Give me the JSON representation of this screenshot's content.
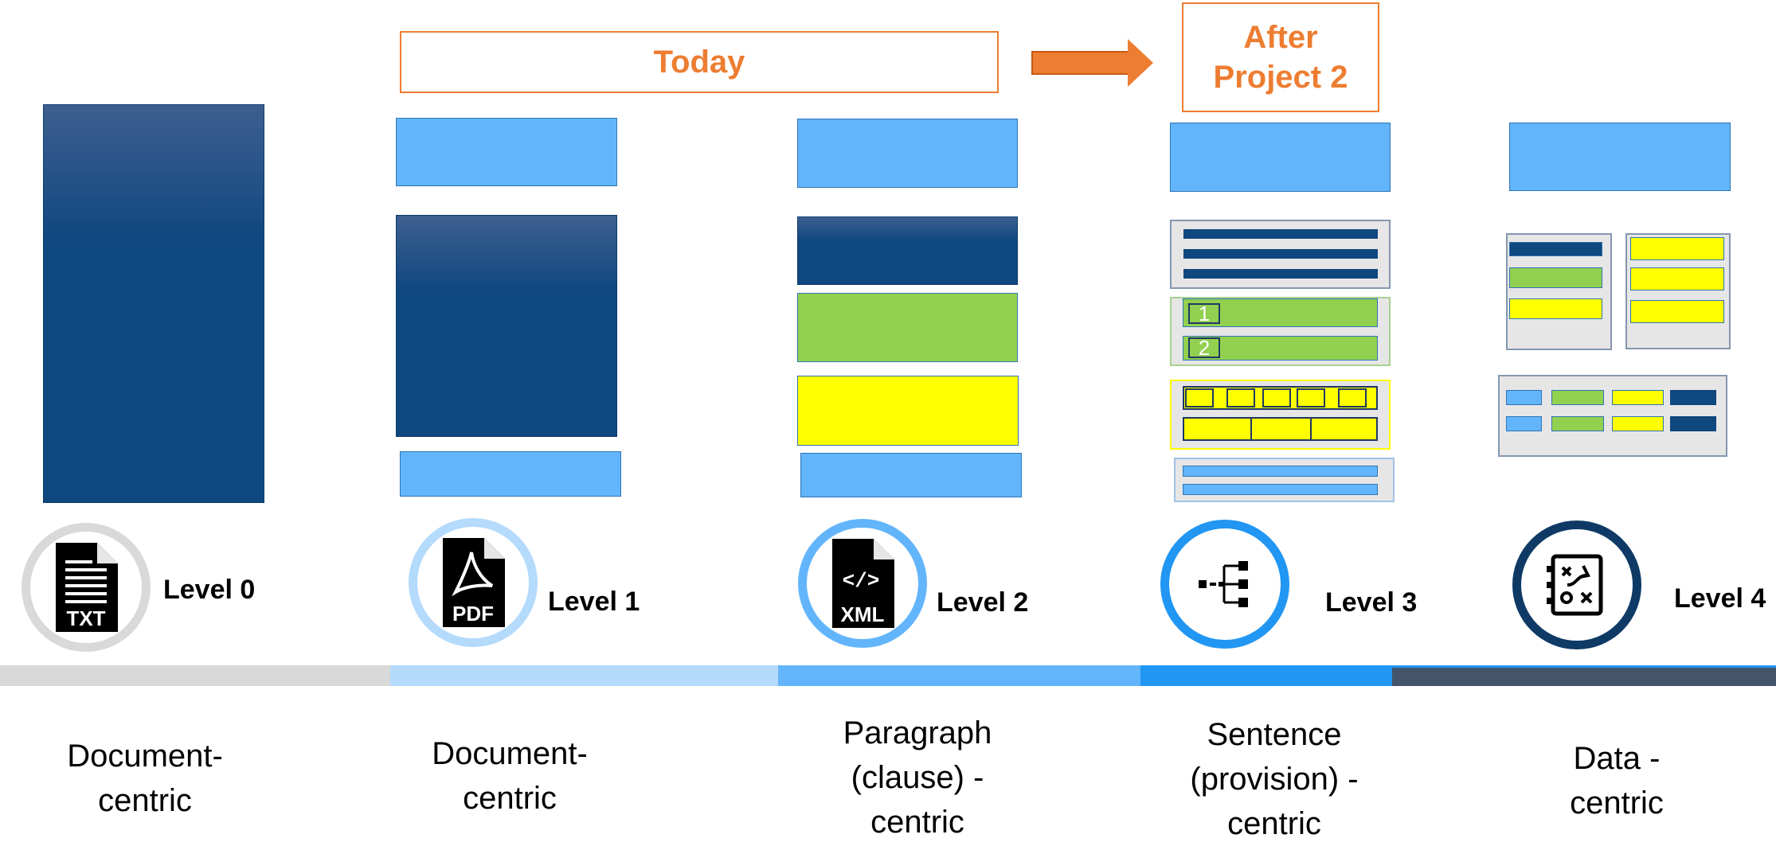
{
  "banners": {
    "today": "Today",
    "after": "After\nProject 2"
  },
  "colors": {
    "accent_orange": "#ed7d31",
    "light_blue": "#63b5fb",
    "dark_blue": "#0f477f",
    "green": "#92d050",
    "yellow": "#ffff00",
    "grey": "#d9d9d9"
  },
  "levels": [
    {
      "label": "Level 0",
      "icon": "txt-file-icon",
      "caption": "Document-\ncentric"
    },
    {
      "label": "Level 1",
      "icon": "pdf-file-icon",
      "caption": "Document-\ncentric"
    },
    {
      "label": "Level 2",
      "icon": "xml-file-icon",
      "caption": "Paragraph\n(clause) -\ncentric"
    },
    {
      "label": "Level 3",
      "icon": "tree-structure-icon",
      "caption": "Sentence\n(provision) -\ncentric"
    },
    {
      "label": "Level 4",
      "icon": "data-strategy-icon",
      "caption": "Data -\ncentric"
    }
  ],
  "icons": {
    "txt_text": "TXT",
    "pdf_text": "PDF",
    "xml_text": "XML",
    "xml_tag": "</>"
  },
  "list_numbers": [
    "1",
    "2"
  ]
}
